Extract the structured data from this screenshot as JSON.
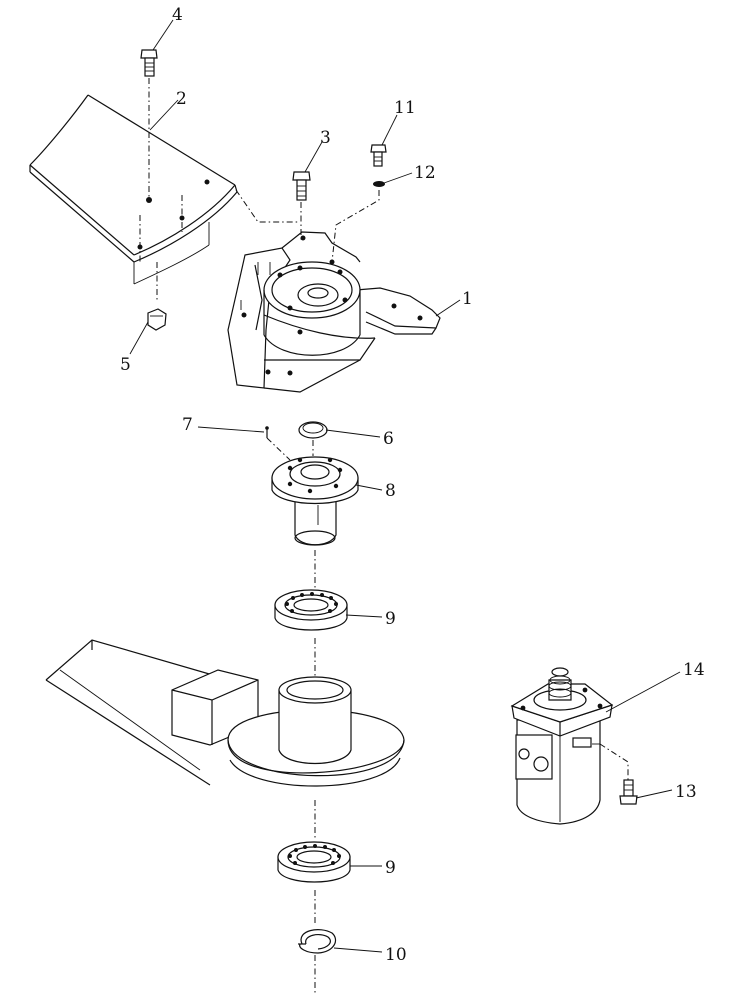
{
  "callouts": {
    "c1": "1",
    "c2": "2",
    "c3": "3",
    "c4": "4",
    "c5": "5",
    "c6": "6",
    "c7": "7",
    "c8": "8",
    "c9a": "9",
    "c9b": "9",
    "c10": "10",
    "c11": "11",
    "c12": "12",
    "c13": "13",
    "c14": "14"
  },
  "parts": [
    "bolt",
    "deflector-plate",
    "bolt",
    "bolt",
    "nut",
    "cap",
    "grease-fitting",
    "hub-spindle",
    "bearing",
    "bearing",
    "snap-ring",
    "bolt",
    "lock-washer",
    "bolt",
    "hydraulic-motor",
    "gearbox-housing",
    "blade-disc"
  ]
}
